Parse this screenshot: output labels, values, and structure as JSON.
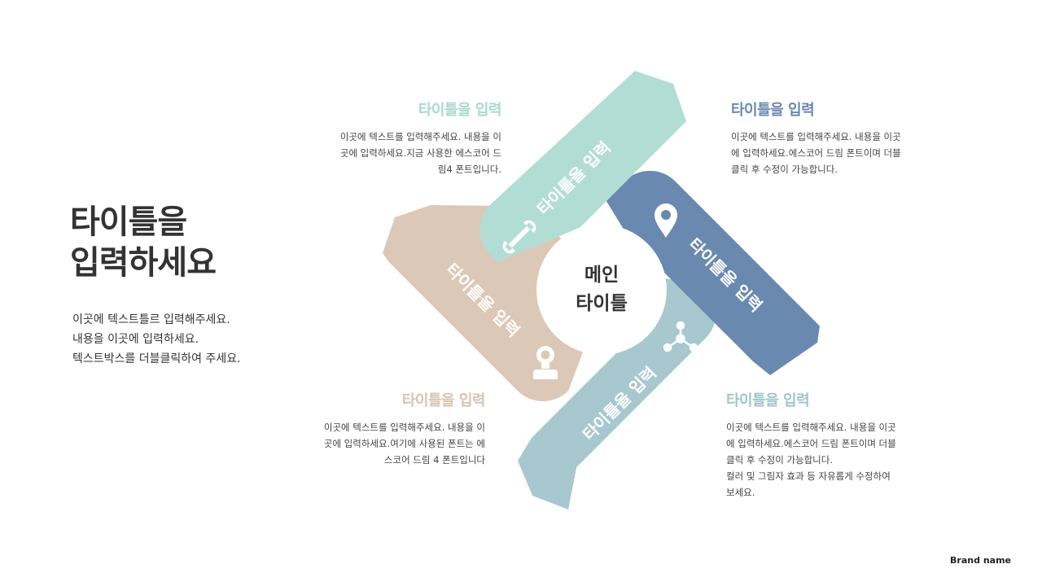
{
  "main": {
    "title_lines": [
      "타이틀을",
      "입력하세요"
    ],
    "desc_lines": [
      "이곳에 텍스트틀르 입력해주세요.",
      "내용을 이곳에 입력하세요.",
      "텍스트박스를 더블클릭하여 주세요."
    ]
  },
  "center": {
    "lines": [
      "메인",
      "타이틀"
    ]
  },
  "arms": [
    {
      "label": "타이틀을 입력",
      "color": "#b2ddd4",
      "icon": "wrench-icon"
    },
    {
      "label": "타이틀을 입력",
      "color": "#6a89b0",
      "icon": "location-pin-icon"
    },
    {
      "label": "타이틀을 입력",
      "color": "#a7c8ce",
      "icon": "network-nodes-icon"
    },
    {
      "label": "타이틀을 입력",
      "color": "#dcc8b6",
      "icon": "lightbulb-icon"
    }
  ],
  "blocks": {
    "top_left": {
      "title": "타이틀을 입력",
      "color": "#a9d9cd",
      "lines": [
        "이곳에 텍스트를 입력해주세요. 내용을 이",
        "곳에 입력하세요.지금 사용한 에스코어 드",
        "림4 폰트입니다."
      ]
    },
    "top_right": {
      "title": "타이틀을 입력",
      "color": "#6a89b0",
      "lines": [
        "이곳에 텍스트를 입력해주세요. 내용을 이곳",
        "에 입력하세요.에스코어 드림 폰트이며 더블",
        "클릭 후 수정이 가능합니다."
      ]
    },
    "bottom_left": {
      "title": "타이틀을 입력",
      "color": "#d8c3b0",
      "lines": [
        "이곳에 텍스트를 입력해주세요. 내용을 이",
        "곳에 입력하세요.여기에 사용된 폰트는 에",
        "스코어 드림 4 폰트입니다"
      ]
    },
    "bottom_right": {
      "title": "타이틀을 입력",
      "color": "#9fc6cd",
      "lines": [
        "이곳에 텍스트를 입력해주세요. 내용을 이곳",
        "에 입력하세요.에스코어 드림 폰트이며 더블",
        "클릭 후 수정이 가능합니다.",
        "컬러 및 그림자 효과 등 자유롭게 수정하여",
        "보세요."
      ]
    }
  },
  "brand": "Brand name"
}
